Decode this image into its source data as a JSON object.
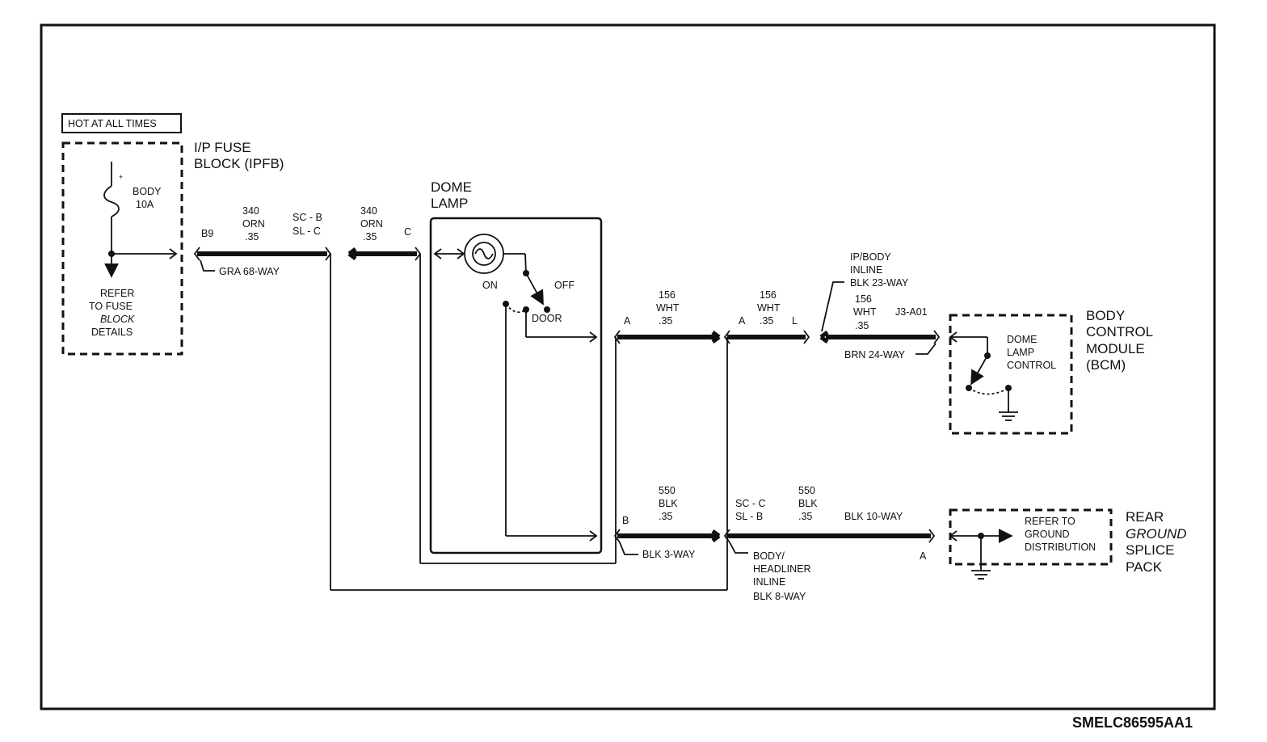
{
  "ipfb": {
    "hot_label": "HOT AT ALL TIMES",
    "title_line1": "I/P FUSE",
    "title_line2": "BLOCK (IPFB)",
    "fuse_line1": "BODY",
    "fuse_line2": "10A",
    "refer_line1": "REFER",
    "refer_line2": "TO FUSE",
    "refer_line3": "BLOCK",
    "refer_line4": "DETAILS",
    "terminal": "B9",
    "connector": "GRA 68-WAY"
  },
  "wire_340_left": {
    "circuit": "340",
    "color": "ORN",
    "gauge": ".35"
  },
  "splice_sc_b": {
    "line1": "SC - B",
    "line2": "SL - C"
  },
  "wire_340_right": {
    "circuit": "340",
    "color": "ORN",
    "gauge": ".35",
    "terminal": "C"
  },
  "dome_lamp": {
    "title_line1": "DOME",
    "title_line2": "LAMP",
    "on": "ON",
    "off": "OFF",
    "door": "DOOR"
  },
  "wire_156_a": {
    "terminal": "A",
    "circuit": "156",
    "color": "WHT",
    "gauge": ".35"
  },
  "wire_156_b": {
    "terminal": "A",
    "circuit": "156",
    "color": "WHT",
    "gauge": ".35",
    "terminal_right": "L"
  },
  "ip_body_inline": {
    "line1": "IP/BODY",
    "line2": "INLINE",
    "line3": "BLK 23-WAY"
  },
  "wire_156_c": {
    "circuit": "156",
    "color": "WHT",
    "gauge": ".35",
    "pin": "J3-A01",
    "connector": "BRN 24-WAY"
  },
  "bcm": {
    "title_line1": "BODY",
    "title_line2": "CONTROL",
    "title_line3": "MODULE",
    "title_line4": "(BCM)",
    "control_line1": "DOME",
    "control_line2": "LAMP",
    "control_line3": "CONTROL"
  },
  "wire_550_a": {
    "terminal": "B",
    "circuit": "550",
    "color": "BLK",
    "gauge": ".35",
    "connector": "BLK 3-WAY"
  },
  "splice_sc_c": {
    "line1": "SC - C",
    "line2": "SL - B"
  },
  "wire_550_b": {
    "circuit": "550",
    "color": "BLK",
    "gauge": ".35",
    "connector": "BLK 10-WAY",
    "terminal": "A"
  },
  "headliner_inline": {
    "line1": "BODY/",
    "line2": "HEADLINER",
    "line3": "INLINE",
    "line4": "BLK 8-WAY"
  },
  "ground": {
    "refer_line1": "REFER TO",
    "refer_line2": "GROUND",
    "refer_line3": "DISTRIBUTION",
    "title_line1": "REAR",
    "title_line2": "GROUND",
    "title_line3": "SPLICE",
    "title_line4": "PACK"
  },
  "figure_id": "SMELC86595AA1"
}
